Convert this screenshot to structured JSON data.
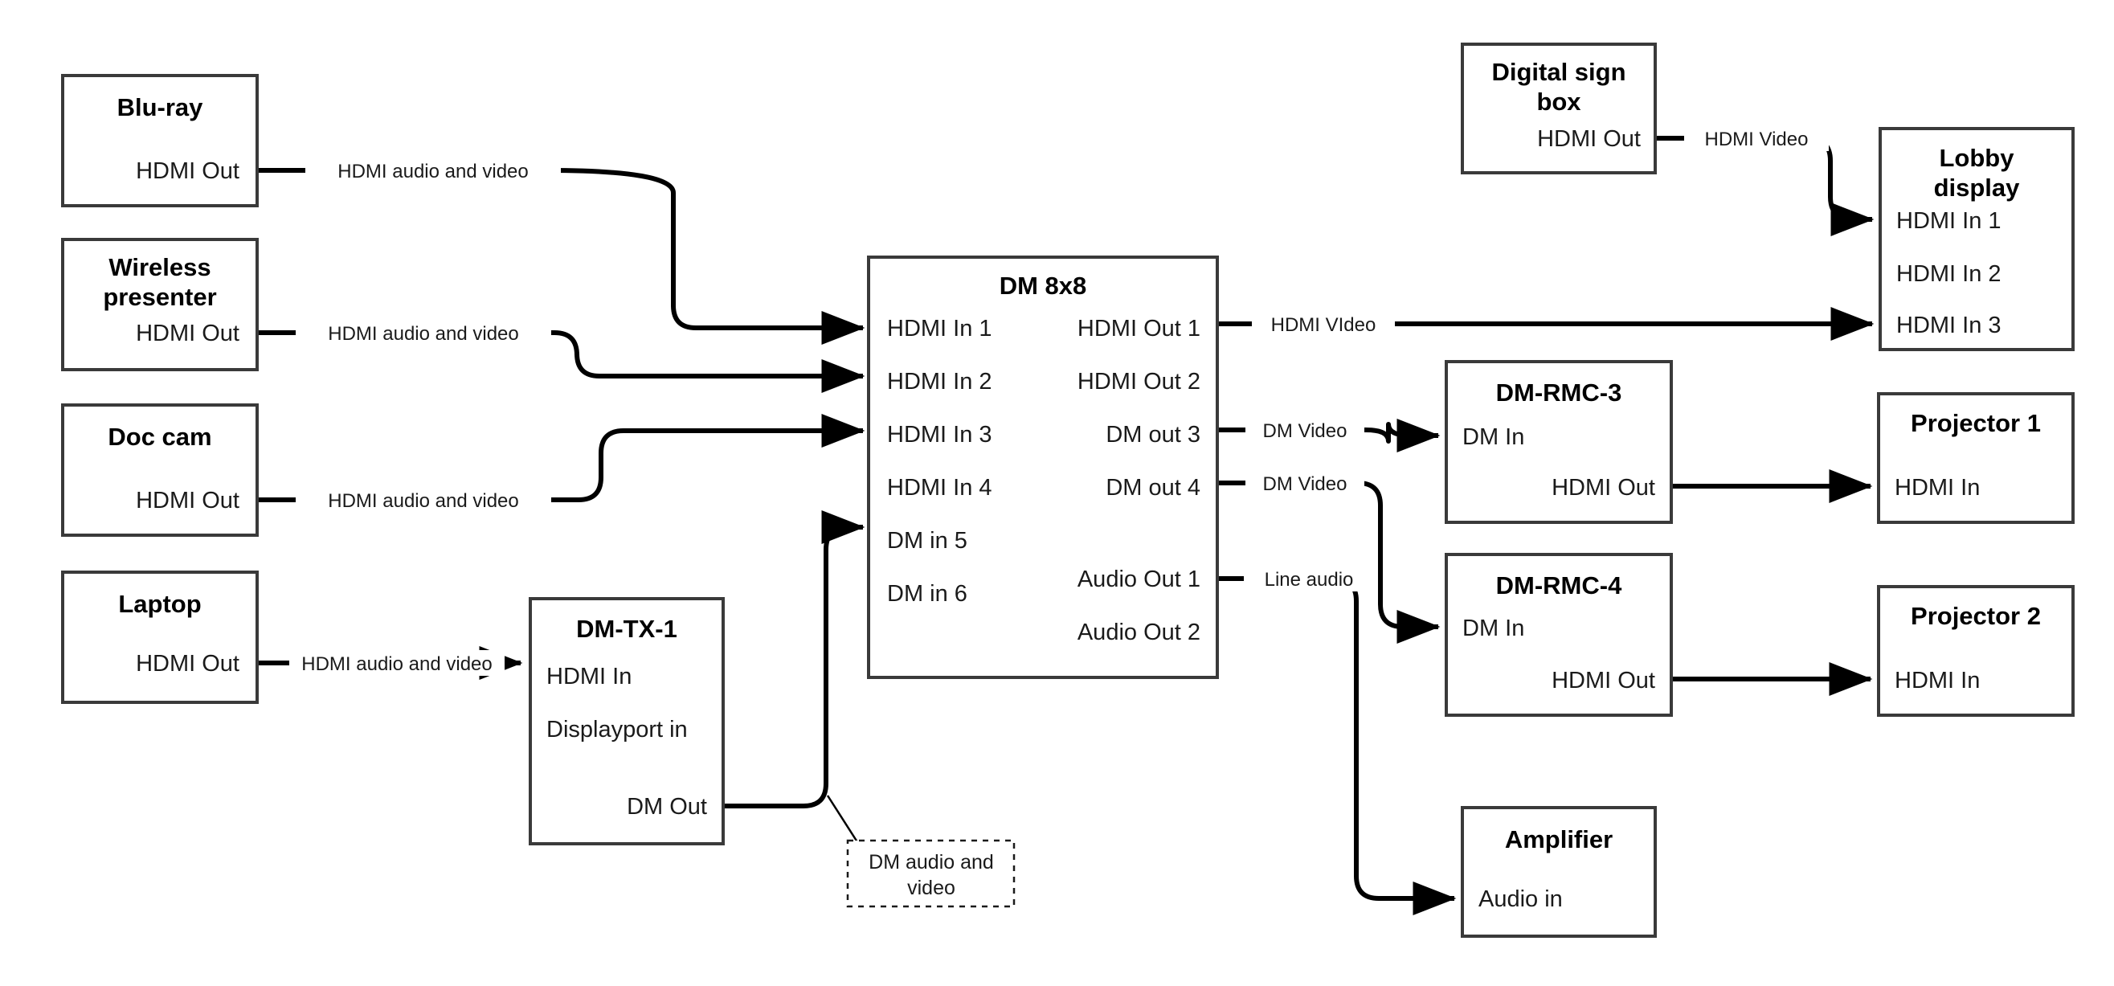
{
  "diagram": {
    "title": "AV signal flow diagram",
    "colors": {
      "box_stroke": "#3a3a3a",
      "line": "#000000",
      "background": "#ffffff",
      "text": "#1a1a1a"
    },
    "nodes": [
      {
        "id": "bluray",
        "title": "Blu-ray",
        "ports_right": [
          "HDMI Out"
        ]
      },
      {
        "id": "wireless-presenter",
        "title": "Wireless presenter",
        "title_line1": "Wireless",
        "title_line2": "presenter",
        "ports_right": [
          "HDMI Out"
        ]
      },
      {
        "id": "doc-cam",
        "title": "Doc cam",
        "ports_right": [
          "HDMI Out"
        ]
      },
      {
        "id": "laptop",
        "title": "Laptop",
        "ports_right": [
          "HDMI Out"
        ]
      },
      {
        "id": "dm-tx-1",
        "title": "DM-TX-1",
        "ports_left": [
          "HDMI In",
          "Displayport in"
        ],
        "ports_right": [
          "DM Out"
        ]
      },
      {
        "id": "dm-8x8",
        "title": "DM 8x8",
        "ports_left": [
          "HDMI In 1",
          "HDMI In 2",
          "HDMI In 3",
          "HDMI In 4",
          "DM in 5",
          "DM in 6"
        ],
        "ports_right": [
          "HDMI Out 1",
          "HDMI Out 2",
          "DM out 3",
          "DM out 4",
          "Audio Out 1",
          "Audio Out 2"
        ]
      },
      {
        "id": "digital-sign-box",
        "title": "Digital sign box",
        "title_line1": "Digital sign",
        "title_line2": "box",
        "ports_right": [
          "HDMI Out"
        ]
      },
      {
        "id": "lobby-display",
        "title": "Lobby display",
        "title_line1": "Lobby",
        "title_line2": "display",
        "ports_left": [
          "HDMI In 1",
          "HDMI In 2",
          "HDMI In 3"
        ]
      },
      {
        "id": "dm-rmc-3",
        "title": "DM-RMC-3",
        "ports_left": [
          "DM In"
        ],
        "ports_right": [
          "HDMI Out"
        ]
      },
      {
        "id": "dm-rmc-4",
        "title": "DM-RMC-4",
        "ports_left": [
          "DM In"
        ],
        "ports_right": [
          "HDMI Out"
        ]
      },
      {
        "id": "projector-1",
        "title": "Projector 1",
        "ports_left": [
          "HDMI In"
        ]
      },
      {
        "id": "projector-2",
        "title": "Projector 2",
        "ports_left": [
          "HDMI In"
        ]
      },
      {
        "id": "amplifier",
        "title": "Amplifier",
        "ports_left": [
          "Audio in"
        ]
      }
    ],
    "edges": [
      {
        "id": "bluray-to-hdmi-in-1",
        "label": "HDMI audio and video",
        "from": "bluray.HDMI Out",
        "to": "dm-8x8.HDMI In 1"
      },
      {
        "id": "wireless-to-hdmi-in-2",
        "label": "HDMI audio and video",
        "from": "wireless-presenter.HDMI Out",
        "to": "dm-8x8.HDMI In 2"
      },
      {
        "id": "doccam-to-hdmi-in-3",
        "label": "HDMI audio and video",
        "from": "doc-cam.HDMI Out",
        "to": "dm-8x8.HDMI In 3"
      },
      {
        "id": "laptop-to-dmtx1",
        "label": "HDMI audio and video",
        "from": "laptop.HDMI Out",
        "to": "dm-tx-1.HDMI In"
      },
      {
        "id": "dmtx1-to-dm-in-5",
        "label": "DM audio and video",
        "from": "dm-tx-1.DM Out",
        "to": "dm-8x8.DM in 5",
        "label_style": "callout"
      },
      {
        "id": "hdmi-out-1-to-lobby-in-3",
        "label": "HDMI VIdeo",
        "from": "dm-8x8.HDMI Out 1",
        "to": "lobby-display.HDMI In 3"
      },
      {
        "id": "dm-out-3-to-rmc3",
        "label": "DM Video",
        "from": "dm-8x8.DM out 3",
        "to": "dm-rmc-3.DM In"
      },
      {
        "id": "dm-out-4-to-rmc4",
        "label": "DM Video",
        "from": "dm-8x8.DM out 4",
        "to": "dm-rmc-4.DM In"
      },
      {
        "id": "audio-out-1-to-amplifier",
        "label": "Line audio",
        "from": "dm-8x8.Audio Out 1",
        "to": "amplifier.Audio in"
      },
      {
        "id": "signbox-to-lobby-in-1",
        "label": "HDMI Video",
        "from": "digital-sign-box.HDMI Out",
        "to": "lobby-display.HDMI In 1"
      },
      {
        "id": "rmc3-to-projector-1",
        "label": "",
        "from": "dm-rmc-3.HDMI Out",
        "to": "projector-1.HDMI In"
      },
      {
        "id": "rmc4-to-projector-2",
        "label": "",
        "from": "dm-rmc-4.HDMI Out",
        "to": "projector-2.HDMI In"
      }
    ],
    "callout": {
      "text_line1": "DM audio and",
      "text_line2": "video"
    }
  }
}
